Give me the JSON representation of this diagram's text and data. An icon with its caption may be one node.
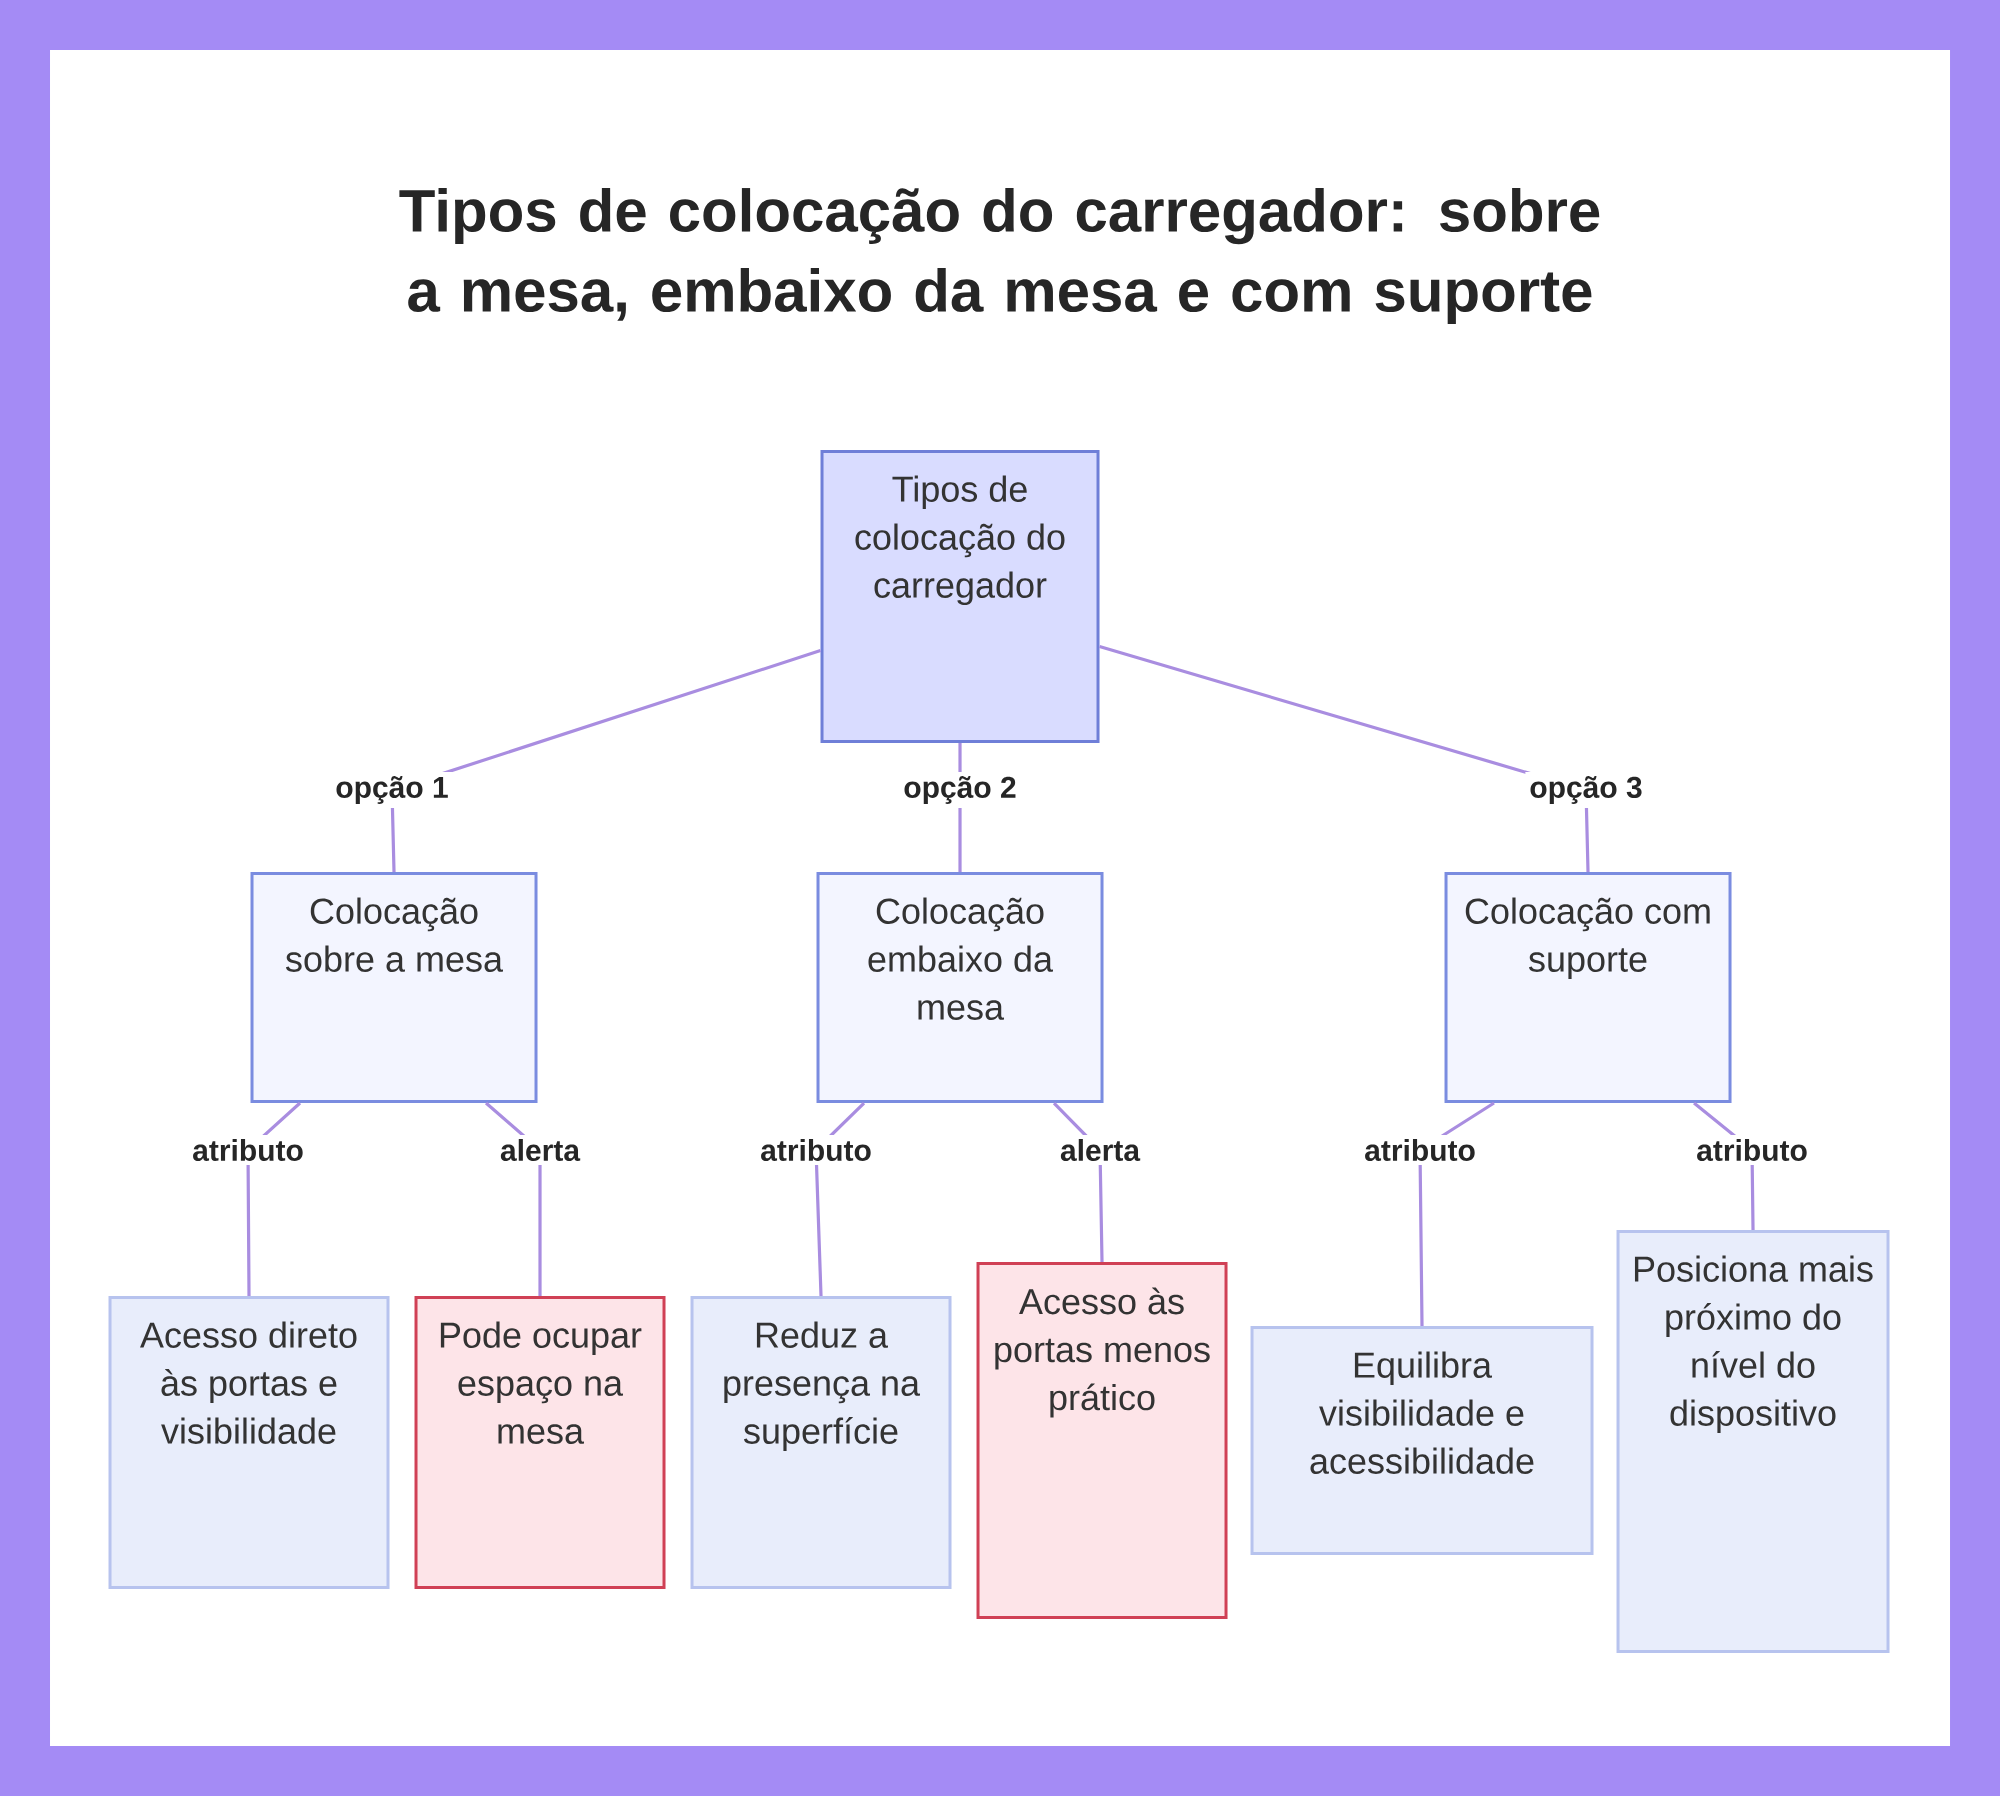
{
  "diagram": {
    "title": "Tipos de colocação do carregador: sobre a mesa, embaixo da mesa e com suporte",
    "nodes": [
      {
        "text": [
          "Tipos de colocação do carregador"
        ]
      },
      {
        "text": [
          "Colocação sobre a mesa"
        ]
      },
      {
        "text": [
          "Colocação embaixo da mesa"
        ]
      },
      {
        "text": [
          "Colocação com suporte"
        ]
      },
      {
        "text": [
          "Acesso direto às portas e visibilidade"
        ]
      },
      {
        "text": [
          "Pode ocupar espaço na mesa"
        ]
      },
      {
        "text": [
          "Reduz a presença na superfície"
        ]
      },
      {
        "text": [
          "Acesso às portas menos prático"
        ]
      },
      {
        "text": [
          "Equilibra visibilidade e acessibilidade"
        ]
      },
      {
        "text": [
          "Posiciona mais próximo do nível do dispositivo"
        ]
      }
    ],
    "edges": [
      {
        "from": 0,
        "to": 1,
        "arrow": "none",
        "label": "opção 1"
      },
      {
        "from": 0,
        "to": 2,
        "arrow": "none",
        "label": "opção 2"
      },
      {
        "from": 0,
        "to": 3,
        "arrow": "none",
        "label": "opção 3"
      },
      {
        "from": 1,
        "to": 4,
        "arrow": "none",
        "label": "atributo"
      },
      {
        "from": 1,
        "to": 5,
        "arrow": "none",
        "label": "alerta"
      },
      {
        "from": 2,
        "to": 6,
        "arrow": "none",
        "label": "atributo"
      },
      {
        "from": 2,
        "to": 7,
        "arrow": "none",
        "label": "alerta"
      },
      {
        "from": 3,
        "to": 8,
        "arrow": "none",
        "label": "atributo"
      },
      {
        "from": 3,
        "to": 9,
        "arrow": "none",
        "label": "atributo"
      }
    ]
  }
}
